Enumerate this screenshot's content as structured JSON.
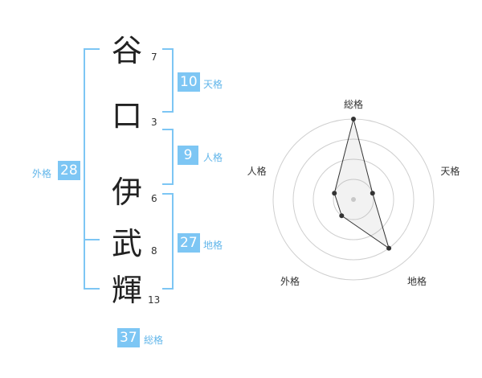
{
  "name": {
    "chars": [
      {
        "char": "谷",
        "strokes": "7"
      },
      {
        "char": "口",
        "strokes": "3"
      },
      {
        "char": "伊",
        "strokes": "6"
      },
      {
        "char": "武",
        "strokes": "8"
      },
      {
        "char": "輝",
        "strokes": "13"
      }
    ]
  },
  "kakusu": {
    "ten": {
      "value": "10",
      "label": "天格"
    },
    "jin": {
      "value": "9",
      "label": "人格"
    },
    "chi": {
      "value": "27",
      "label": "地格"
    },
    "gai": {
      "value": "28",
      "label": "外格"
    },
    "sou": {
      "value": "37",
      "label": "総格"
    }
  },
  "colors": {
    "accent": "#7dc6f4",
    "label": "#62b6ea"
  },
  "chart_data": {
    "type": "radar",
    "axes": [
      "総格",
      "天格",
      "地格",
      "外格",
      "人格"
    ],
    "rings": 4,
    "range": [
      0,
      4
    ],
    "values": [
      4,
      1,
      3,
      1,
      1
    ]
  }
}
